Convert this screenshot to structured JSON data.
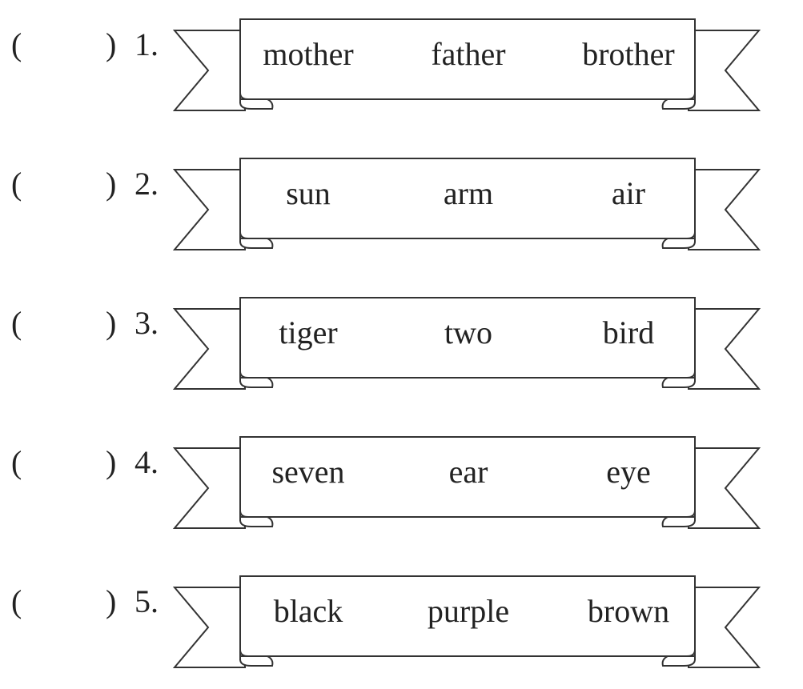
{
  "questions": [
    {
      "paren_open": "(",
      "paren_close": ")",
      "number": "1.",
      "words": [
        "mother",
        "father",
        "brother"
      ]
    },
    {
      "paren_open": "(",
      "paren_close": ")",
      "number": "2.",
      "words": [
        "sun",
        "arm",
        "air"
      ]
    },
    {
      "paren_open": "(",
      "paren_close": ")",
      "number": "3.",
      "words": [
        "tiger",
        "two",
        "bird"
      ]
    },
    {
      "paren_open": "(",
      "paren_close": ")",
      "number": "4.",
      "words": [
        "seven",
        "ear",
        "eye"
      ]
    },
    {
      "paren_open": "(",
      "paren_close": ")",
      "number": "5.",
      "words": [
        "black",
        "purple",
        "brown"
      ]
    }
  ]
}
